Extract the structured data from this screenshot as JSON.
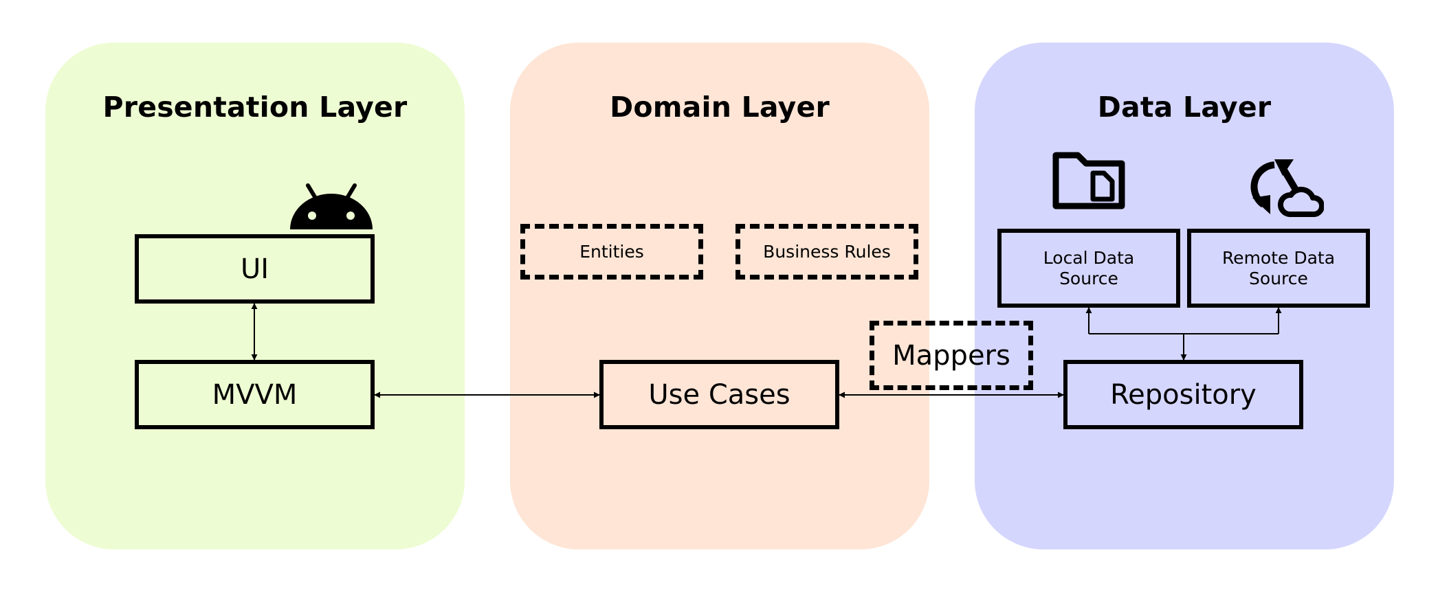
{
  "layers": {
    "presentation": {
      "title": "Presentation Layer",
      "color": "#eefcd3"
    },
    "domain": {
      "title": "Domain Layer",
      "color": "#fee5d6"
    },
    "data": {
      "title": "Data Layer",
      "color": "#d5d6fd"
    }
  },
  "nodes": {
    "ui": "UI",
    "mvvm": "MVVM",
    "entities": "Entities",
    "business_rules": "Business Rules",
    "use_cases": "Use Cases",
    "mappers": "Mappers",
    "repository": "Repository",
    "local_data_source": "Local Data\nSource",
    "remote_data_source": "Remote Data\nSource"
  },
  "icons": {
    "android": "android-icon",
    "folder": "folder-file-icon",
    "sync_cloud": "cloud-sync-icon"
  },
  "edges": [
    {
      "from": "ui",
      "to": "mvvm",
      "direction": "both"
    },
    {
      "from": "mvvm",
      "to": "use_cases",
      "direction": "both"
    },
    {
      "from": "use_cases",
      "to": "repository",
      "direction": "both"
    },
    {
      "from": "repository",
      "to": "local_data_source",
      "direction": "both"
    },
    {
      "from": "repository",
      "to": "remote_data_source",
      "direction": "both"
    }
  ]
}
